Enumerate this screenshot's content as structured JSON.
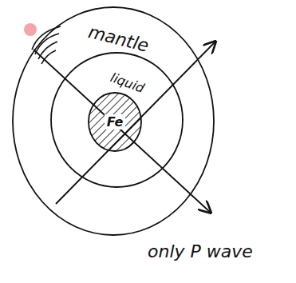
{
  "diagram": {
    "nodes": [
      {
        "text": [
          "mantle"
        ]
      },
      {
        "text": [
          "liquid"
        ],
        "in": 0
      },
      {
        "text": [
          "Fe"
        ],
        "in": 1
      }
    ],
    "labels": [
      "only P wave"
    ]
  }
}
